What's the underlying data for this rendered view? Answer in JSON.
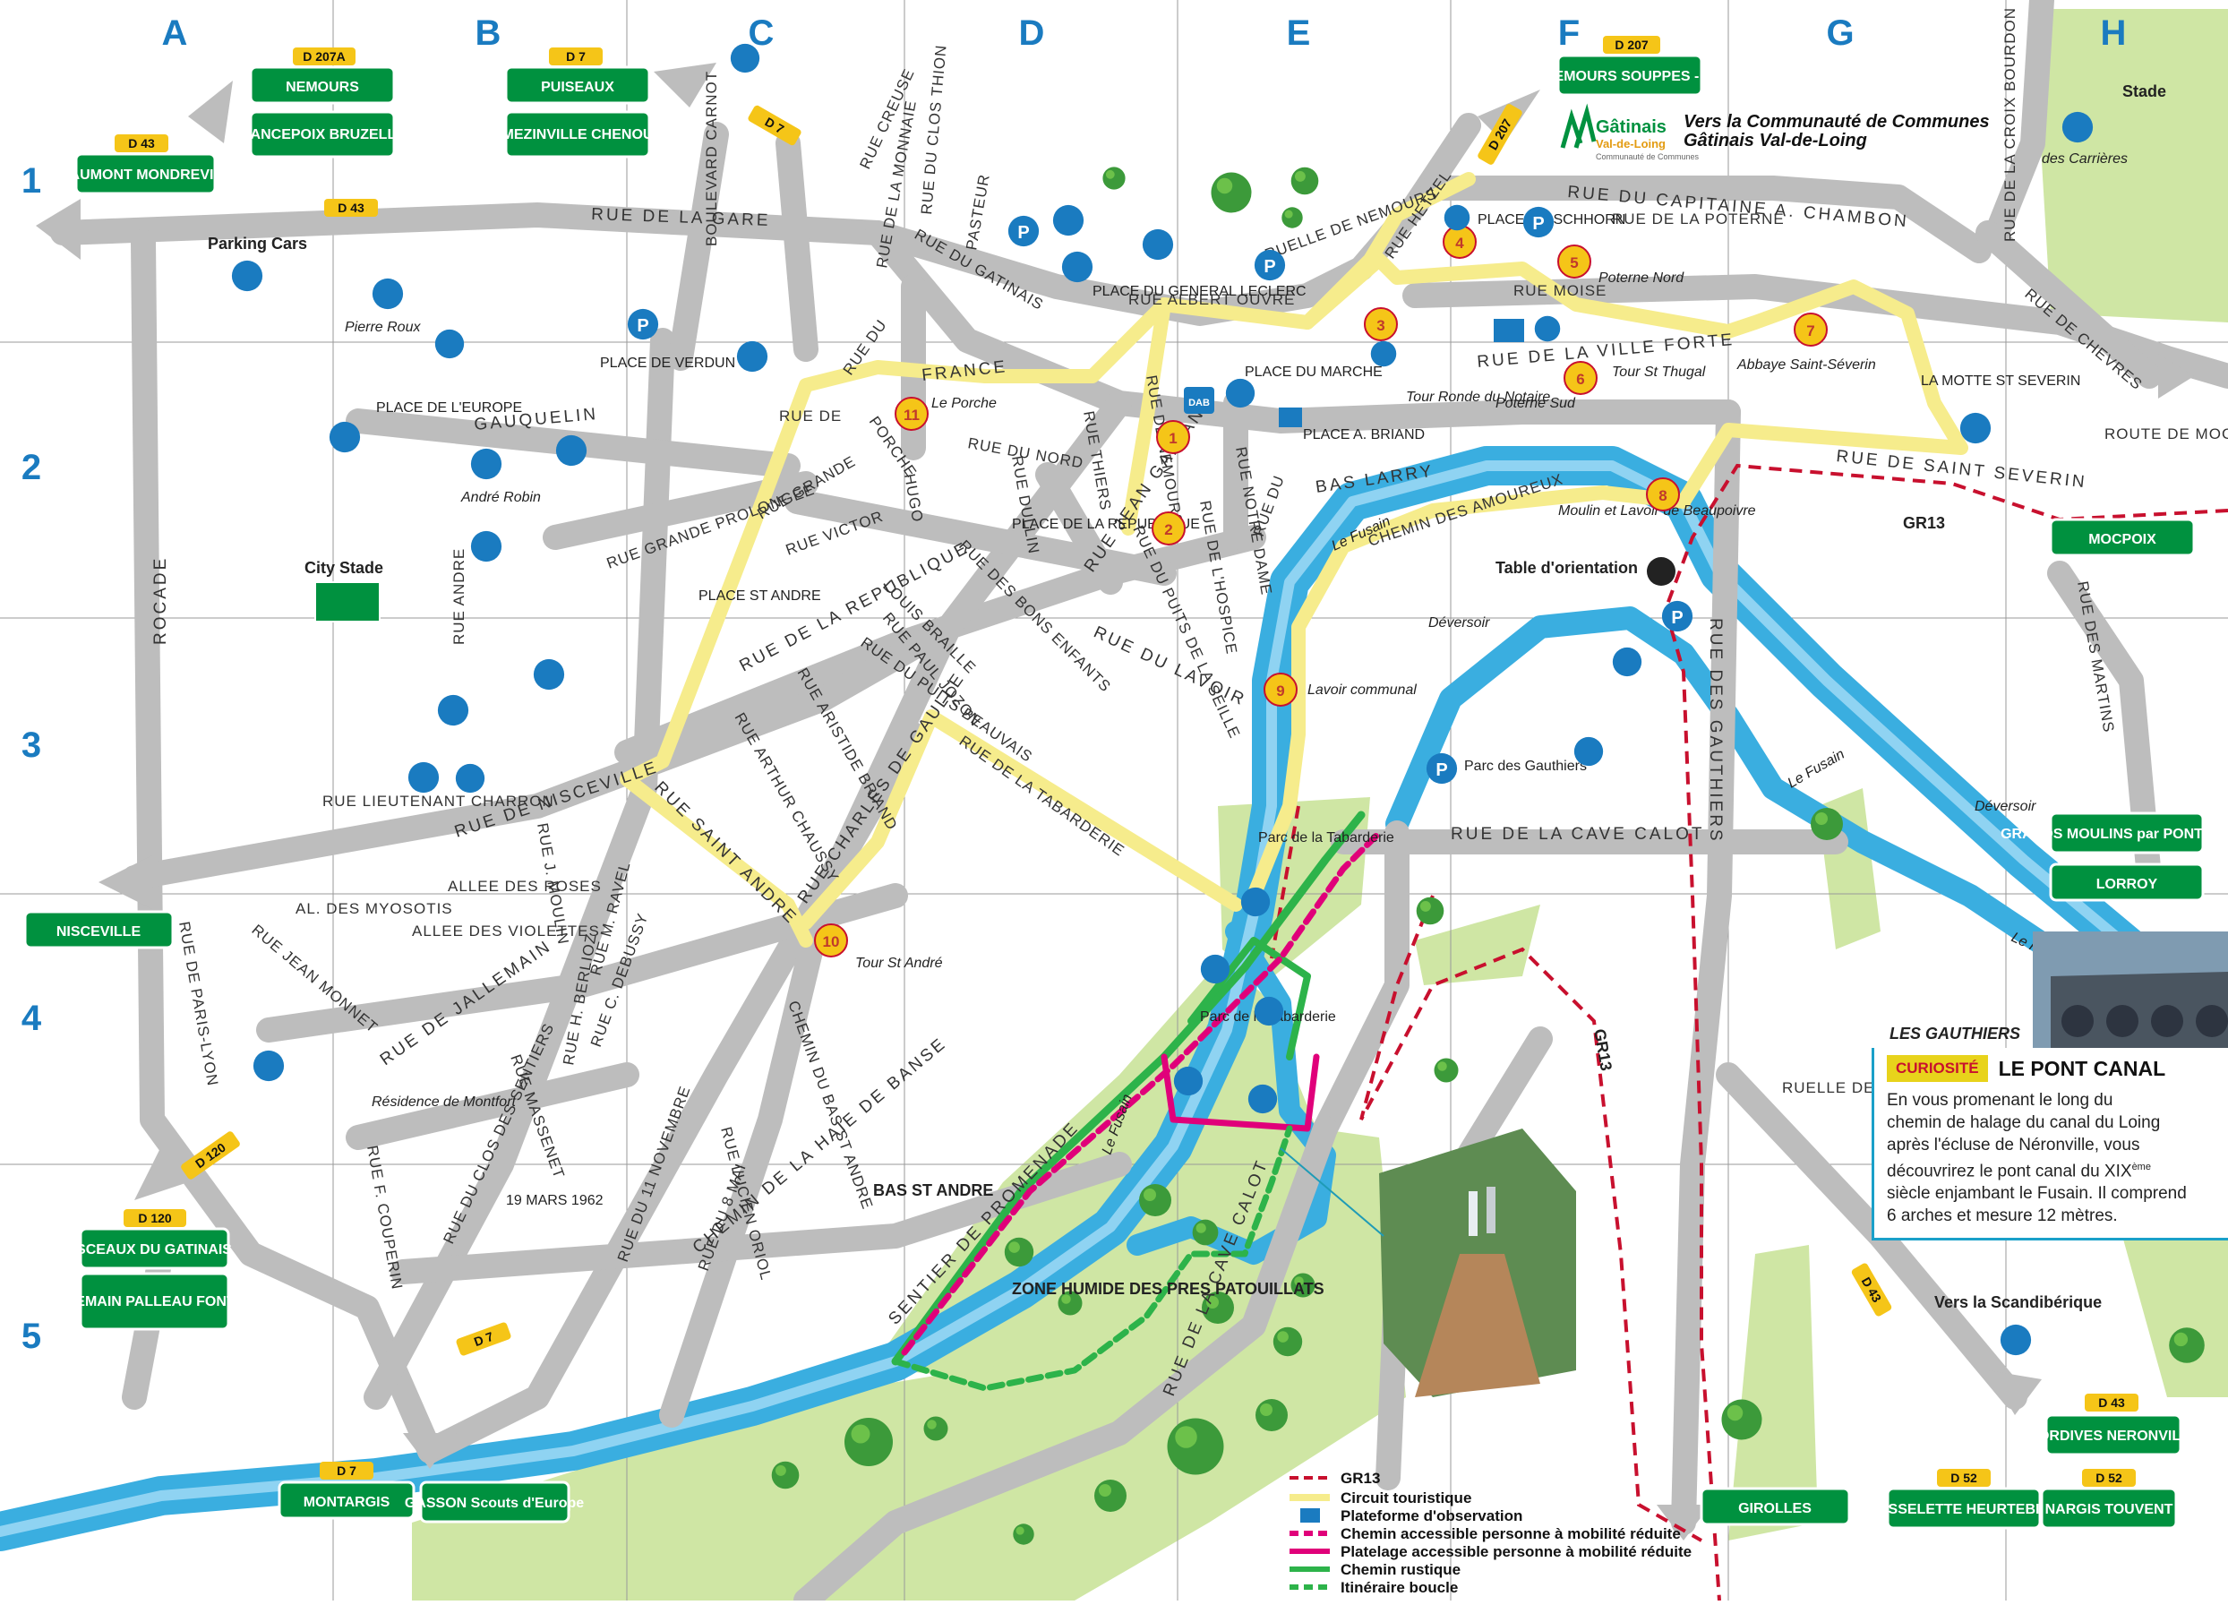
{
  "grid": {
    "columns": [
      "A",
      "B",
      "C",
      "D",
      "E",
      "F",
      "G",
      "H"
    ],
    "rows": [
      "1",
      "2",
      "3",
      "4",
      "5"
    ]
  },
  "streets": {
    "gare": "RUE DE LA GARE",
    "capitaine": "RUE DU CAPITAINE A. CHAMBON",
    "poterne": "RUE DE LA POTERNE",
    "croix_bourdon": "RUE DE LA CROIX BOURDON",
    "chevres": "RUE DE CHEVRES",
    "hetzel": "RUE HETZEL",
    "moise": "RUE MOISE",
    "ville_forte": "RUE DE LA VILLE FORTE",
    "st_severin": "RUE DE SAINT SEVERIN",
    "des_martins": "RUE DES MARTINS",
    "gauthiers": "RUE DES GAUTHIERS",
    "cave_calot_h": "RUE DE LA CAVE CALOT",
    "cave_calot_v": "RUE DE LA CAVE CALOT",
    "bas_larry": "BAS LARRY",
    "amoureux": "CHEMIN DES AMOUREUX",
    "jean_gallande": "RUE JEAN GALLAND",
    "rue_du": "RUE DU",
    "nemours": "RUE DE NEMOURS",
    "gatinais": "RUE DU GATINAIS",
    "france": "FRANCE",
    "rue_de": "RUE DE",
    "porche": "PORCHE",
    "rue_du_porche": "RUE DU",
    "grande": "RUE GRANDE",
    "grande_prolongee": "RUE GRANDE PROLONGEE",
    "victor_hugo": "RUE VICTOR",
    "hugo": "HUGO",
    "republique": "RUE DE LA REPUBLIQUE",
    "st_andre": "RUE SAINT ANDRE",
    "charles_gaulle": "RUE CHARLES DE GAULLE",
    "tabarderie": "RUE DE LA TABARDERIE",
    "lavoir": "RUE DU LAVOIR",
    "nord": "RUE DU NORD",
    "thiers": "RUE THIERS",
    "dullin": "RUE DULLIN",
    "boulevard_carnot": "BOULEVARD CARNOT",
    "rue_du_clos_thion": "RUE DU CLOS THION",
    "rue_monnaie": "RUE DE LA MONNAIE",
    "rue_creuse": "RUE CREUSE",
    "pasteur": "PASTEUR",
    "ruelle_nemours": "RUELLE DE NEMOURS",
    "albert_ouvre": "RUE ALBERT OUVRE",
    "gauquelin": "GAUQUELIN",
    "rue_andre": "RUE ANDRE",
    "rocade": "ROCADE",
    "nisceville": "RUE DE NISCEVILLE",
    "jallemain": "RUE DE JALLEMAIN",
    "paris_lyon": "RUE DE PARIS-LYON",
    "jean_monnet": "RUE JEAN MONNET",
    "aristide_briand": "RUE ARISTIDE BRIAND",
    "arthur_chaussy": "RUE ARTHUR CHAUSSY",
    "paul_jozon": "RUE PAUL JOZON",
    "louis_braille": "LOUIS BRAILLE",
    "bons_enfants": "RUE DES BONS ENFANTS",
    "puits_beauvais": "RUE DU PUITS BEAUVAIS",
    "haie_basse": "CHEMIN DE LA HAIE DE BANSE",
    "bas_st_andre": "CHEMIN DU BAS ST ANDRE",
    "lucien_oriol": "RUE LUCIEN ORIOL",
    "onze_nov": "RUE DU 11 NOVEMBRE",
    "huit_mai": "RUE DU 8 MAI",
    "clos_sentiers": "RUE DU CLOS DES SENTIERS",
    "sentier_promenade": "SENTIER DE PROMENADE",
    "massenet": "RUE MASSENET",
    "ravel": "RUE M. RAVEL",
    "debussy": "RUE C. DEBUSSY",
    "berlioz": "RUE H. BERLIOZ",
    "couperin": "RUE F. COUPERIN",
    "moulin": "RUE J. MOULIN",
    "lieutenant_charron": "RUE LIEUTENANT CHARRON",
    "al_myosotis": "AL. DES MYOSOTIS",
    "allee_roses": "ALLEE DES ROSES",
    "allee_violettes": "ALLEE DES VIOLETTES",
    "notre_dame": "RUE NOTRE DAME",
    "hospice": "RUE DE L'HOSPICE",
    "puits_seille": "RUE DU PUITS DE LA SEILLE",
    "ruelle_croix_pierre": "RUELLE DE LA CROIX DE PIERRE",
    "route_mocpoix": "ROUTE DE MOCPOIX"
  },
  "places": {
    "parking_cars": "Parking Cars",
    "pierre_roux": "Pierre Roux",
    "place_verdun": "PLACE DE VERDUN",
    "place_europe": "PLACE DE L'EUROPE",
    "andre_robin": "André Robin",
    "city_stade": "City Stade",
    "place_st_andre": "PLACE ST ANDRE",
    "place_republique": "PLACE DE LA REPUBLIQUE",
    "place_leclerc": "PLACE DU GENERAL LECLERC",
    "place_marche": "PLACE DU MARCHE",
    "place_briand": "PLACE A. BRIAND",
    "place_hirschhorn": "PLACE HIRSCHHORN",
    "poterne_nord": "Poterne Nord",
    "tour_st_thugal": "Tour St Thugal",
    "tour_ronde": "Tour Ronde du Notaire",
    "poterne_sud": "Poterne Sud",
    "abbaye": "Abbaye Saint-Séverin",
    "motte_st_severin": "LA MOTTE ST SEVERIN",
    "moulin_beaupoivre": "Moulin et Lavoir de Beaupoivre",
    "table_orientation": "Table d'orientation",
    "deversoir": "Déversoir",
    "deversoir_h": "Déversoir",
    "lavoir_communal": "Lavoir communal",
    "parc_gauthiers": "Parc des Gauthiers",
    "parc_tabarderie_1": "Parc de la Tabarderie",
    "parc_tabarderie_2": "Parc de la Tabarderie",
    "tour_st_andre": "Tour St André",
    "le_porche": "Le Porche",
    "residence_montfort": "Résidence de Montfort",
    "dix_neuf_mars": "19 MARS 1962",
    "bas_st_andre": "BAS ST ANDRE",
    "zone_humide": "ZONE HUMIDE DES PRES PATOUILLATS",
    "les_gauthiers": "LES GAUTHIERS",
    "stade": "Stade",
    "des_carrieres": "des Carrières",
    "le_fusain_1": "Le Fusain",
    "le_fusain_2": "Le Fusain",
    "le_fusain_3": "Le Fusain",
    "le_fusain_4": "Le F",
    "vers_scandiberique": "Vers la Scandibérique",
    "gr13_a": "GR13",
    "gr13_b": "GR13"
  },
  "signs": {
    "nemours_1": "NEMOURS",
    "chancepoix": "CHANCEPOIX BRUZELLES",
    "puiseaux": "PUISEAUX",
    "mezinville": "MEZINVILLE CHENOU",
    "beaumont": "BEAUMONT MONDREVILLE",
    "nemours_souppes": "NEMOURS SOUPPES - ZI",
    "mocpoix": "MOCPOIX",
    "grands_moulins": "GRANDS MOULINS par PONTFRANC",
    "lorroy": "LORROY",
    "nisceville": "NISCEVILLE",
    "sceaux": "SCEAUX DU GATINAIS",
    "jallemain": "JALLEMAIN PALLEAU FONTAINE",
    "montargis": "MONTARGIS",
    "gasson": "GASSON Scouts d'Europe",
    "girolles": "GIROLLES",
    "fusselette": "FUSSELETTE HEURTEBISE",
    "nargis": "NARGIS TOUVENT",
    "dordives": "DORDIVES NERONVILLE"
  },
  "roads": {
    "d207a": "D 207A",
    "d7_top": "D 7",
    "d43_left": "D 43",
    "d43_mid": "D 43",
    "d7_c": "D 7",
    "d207": "D 207",
    "d207_v": "D 207",
    "d120": "D 120",
    "d120_b": "D 120",
    "d7_bottom": "D 7",
    "d7_sign": "D 7",
    "d43_right": "D 43",
    "d43_sign": "D 43",
    "d52_a": "D 52",
    "d52_b": "D 52"
  },
  "circuit_numbers": [
    "1",
    "2",
    "3",
    "4",
    "5",
    "6",
    "7",
    "8",
    "9",
    "10",
    "11"
  ],
  "community": {
    "logo_top": "Gâtinais",
    "logo_bottom": "Val-de-Loing",
    "logo_sub": "Communauté de Communes",
    "line1": "Vers la Communauté de Communes",
    "line2": "Gâtinais Val-de-Loing"
  },
  "icons": {
    "parking": "P",
    "dab": "DAB"
  },
  "curiosity": {
    "badge": "CURIOSITÉ",
    "title": "LE PONT CANAL",
    "line1": "En vous promenant le long du",
    "line2": "chemin de halage du canal du Loing",
    "line3": "après l'écluse de Néronville, vous",
    "line4_a": "découvrirez le pont canal du XIX",
    "line4_sup": "ème",
    "line5": "siècle enjambant le Fusain. Il comprend",
    "line6": "6 arches et mesure 12 mètres."
  },
  "legend": [
    {
      "label": "GR13"
    },
    {
      "label": "Circuit touristique"
    },
    {
      "label": "Plateforme d'observation"
    },
    {
      "label": "Chemin accessible personne à mobilité réduite"
    },
    {
      "label": "Platelage accessible personne à mobilité réduite"
    },
    {
      "label": "Chemin rustique"
    },
    {
      "label": "Itinéraire boucle"
    }
  ],
  "colors": {
    "water": "#3aaee0",
    "park": "#cfe6a4",
    "road": "#b9b9b9",
    "circuit": "#f6ec8c",
    "gr13": "#c8102e",
    "sign_green": "#00913f",
    "road_yellow": "#f5c518",
    "blue_icon": "#1a7bc0",
    "pmr": "#e0007a",
    "rustique": "#2db34a"
  }
}
